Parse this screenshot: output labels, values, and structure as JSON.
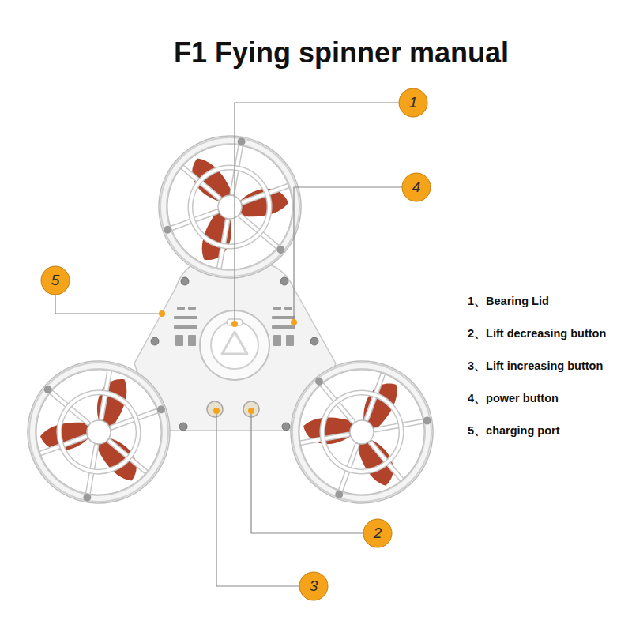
{
  "diagram": {
    "title": "F1 Fying spinner manual",
    "labels": [
      "1",
      "4",
      "5",
      "2",
      "3",
      "1、Bearing Lid",
      "2、Lift decreasing button",
      "3、Lift increasing button",
      "4、power button",
      "5、charging port"
    ]
  }
}
